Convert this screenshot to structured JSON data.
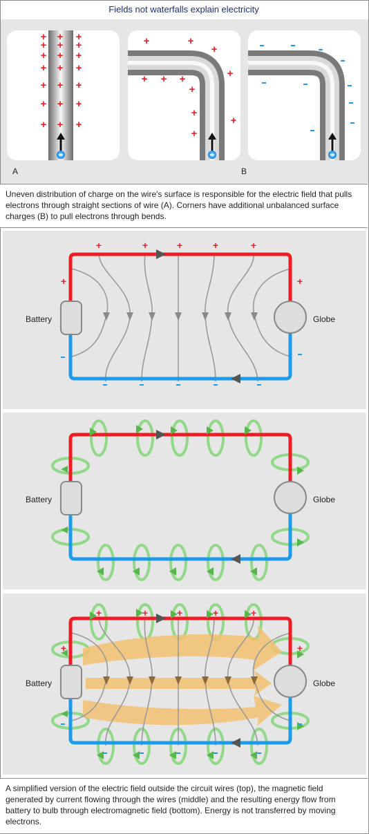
{
  "title": "Fields not waterfalls explain electricity",
  "top_panel": {
    "label_a": "A",
    "label_b": "B",
    "plus": "+",
    "minus": "-"
  },
  "caption_top": "Uneven distribution of charge on the wire's surface is responsible for the electric field that pulls electrons through straight sections of wire (A). Corners have additional unbalanced surface charges (B) to pull electrons through bends.",
  "circuit": {
    "battery": "Battery",
    "globe": "Globe",
    "plus": "+",
    "minus": "-"
  },
  "caption_bottom": "A simplified version of the electric field outside the circuit wires (top), the magnetic field generated by current flowing through the wires (middle) and the resulting energy flow from battery to bulb through electromagnetic field (bottom). Energy is not transferred by moving electrons.",
  "colors": {
    "positive_wire": "#ee1c25",
    "negative_wire": "#1e9be8",
    "field_line": "#999999",
    "magnetic_loop": "#88d27a",
    "energy_flow": "#f2c274"
  }
}
